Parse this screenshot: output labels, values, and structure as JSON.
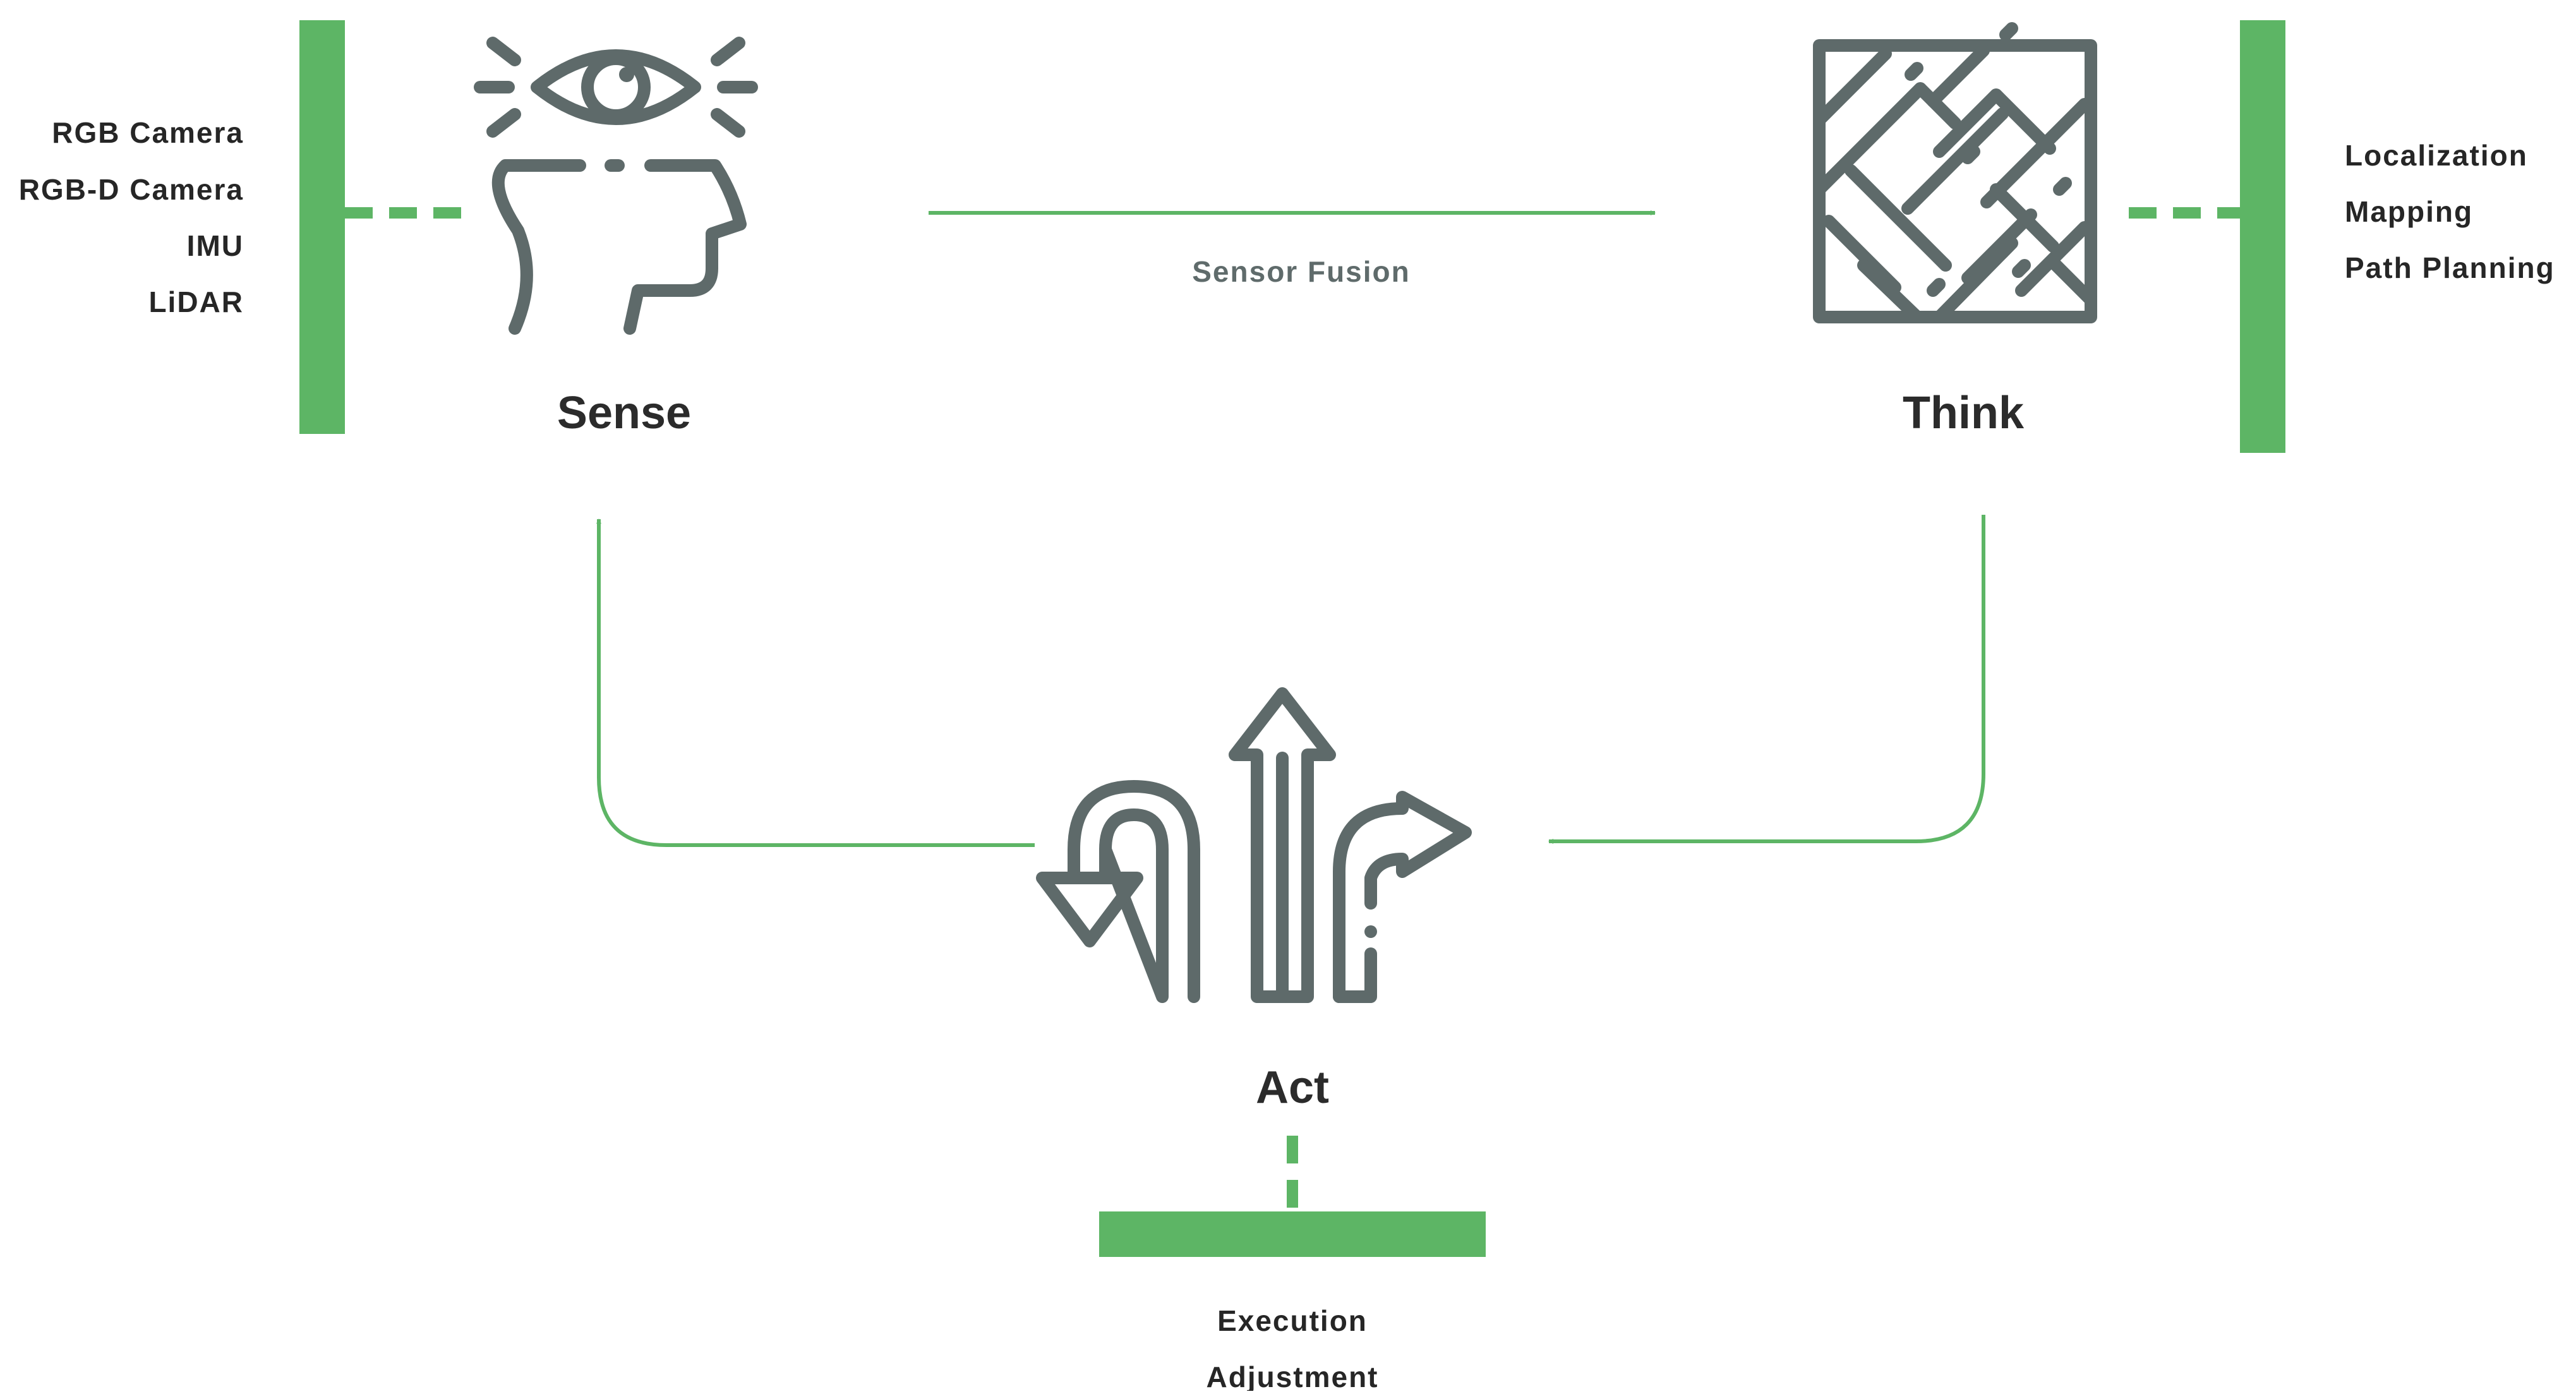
{
  "colors": {
    "accent": "#5db565",
    "icon": "#5e6a6a",
    "text": "#262626"
  },
  "nodes": {
    "sense": {
      "title": "Sense",
      "icon": "head-with-eye-icon",
      "items": [
        "RGB Camera",
        "RGB-D Camera",
        "IMU",
        "LiDAR"
      ]
    },
    "think": {
      "title": "Think",
      "icon": "maze-icon",
      "items": [
        "Localization",
        "Mapping",
        "Path Planning"
      ]
    },
    "act": {
      "title": "Act",
      "icon": "split-arrows-icon",
      "items": [
        "Execution",
        "Adjustment"
      ]
    }
  },
  "edges": {
    "sense_to_think": {
      "label": "Sensor Fusion"
    },
    "think_to_act": {
      "label": ""
    },
    "act_to_sense": {
      "label": ""
    }
  }
}
